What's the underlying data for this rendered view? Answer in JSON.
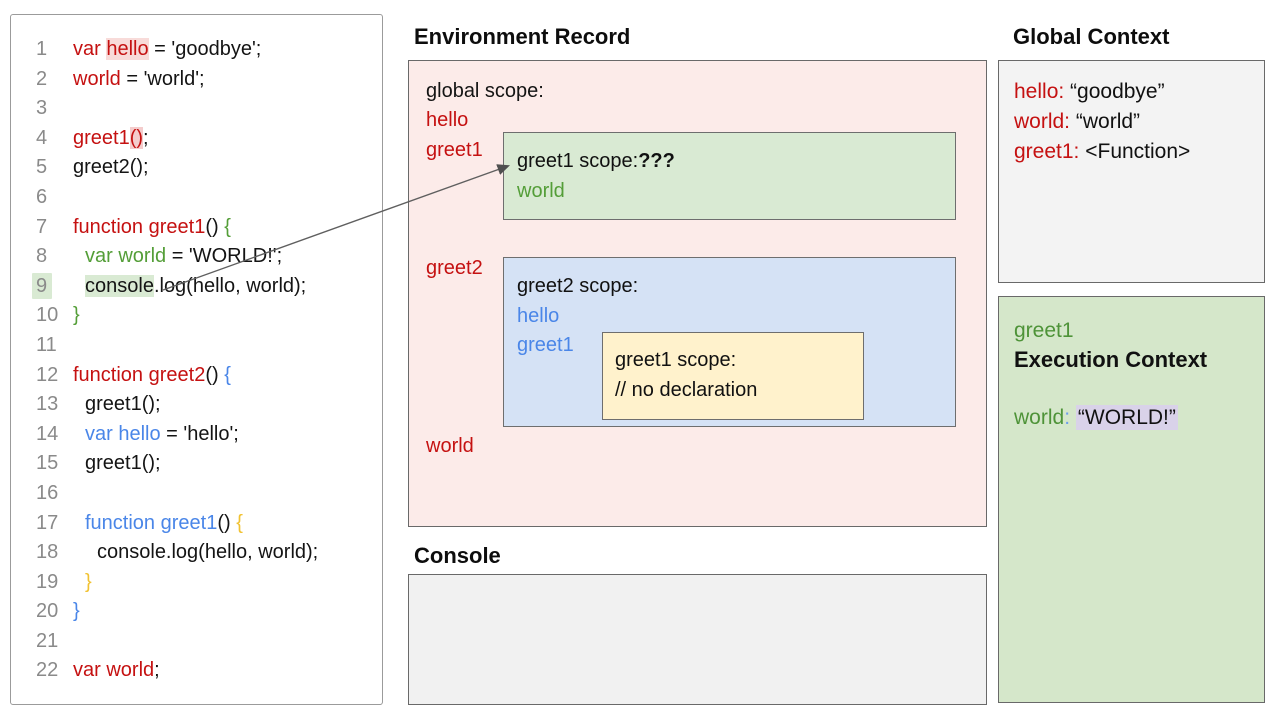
{
  "colors": {
    "red_text": "#c51111",
    "green_text": "#549e38",
    "blue_text": "#4a86e8",
    "yellow_text": "#f1c232",
    "pink_box_bg": "#fcebe9",
    "green_box_bg": "#d9ead3",
    "blue_box_bg": "#d5e2f5",
    "yellow_box_bg": "#fff2cc",
    "gray_box_bg": "#f3f3f3",
    "purple_highlight": "#d9d2e9",
    "pink_highlight": "#f4cccc",
    "green_highlight": "#d9ead3"
  },
  "code_panel": {
    "lines": [
      {
        "n": "1",
        "indent": 0,
        "segs": [
          {
            "t": "var ",
            "c": "red"
          },
          {
            "t": "hello",
            "c": "red",
            "hl": "pinksoft"
          },
          {
            "t": " = 'goodbye';",
            "c": "ink"
          }
        ]
      },
      {
        "n": "2",
        "indent": 0,
        "segs": [
          {
            "t": "world",
            "c": "red"
          },
          {
            "t": " = 'world';",
            "c": "ink"
          }
        ]
      },
      {
        "n": "3",
        "indent": 0,
        "segs": []
      },
      {
        "n": "4",
        "indent": 0,
        "segs": [
          {
            "t": "greet1",
            "c": "red"
          },
          {
            "t": "()",
            "c": "red",
            "hl": "pink"
          },
          {
            "t": ";",
            "c": "ink"
          }
        ]
      },
      {
        "n": "5",
        "indent": 0,
        "segs": [
          {
            "t": "greet2();",
            "c": "ink"
          }
        ]
      },
      {
        "n": "6",
        "indent": 0,
        "segs": []
      },
      {
        "n": "7",
        "indent": 0,
        "segs": [
          {
            "t": "function greet1",
            "c": "red"
          },
          {
            "t": "() ",
            "c": "ink"
          },
          {
            "t": "{",
            "c": "green"
          }
        ]
      },
      {
        "n": "8",
        "indent": 1,
        "segs": [
          {
            "t": "var world",
            "c": "green"
          },
          {
            "t": " = 'WORLD!';",
            "c": "ink"
          }
        ]
      },
      {
        "n": "9",
        "indent": 1,
        "hl_gutter": true,
        "segs": [
          {
            "t": "console",
            "c": "ink",
            "hl": "green"
          },
          {
            "t": ".log(hello, world);",
            "c": "ink"
          }
        ]
      },
      {
        "n": "10",
        "indent": 0,
        "segs": [
          {
            "t": "}",
            "c": "green"
          }
        ]
      },
      {
        "n": "11",
        "indent": 0,
        "segs": []
      },
      {
        "n": "12",
        "indent": 0,
        "segs": [
          {
            "t": "function greet2",
            "c": "red"
          },
          {
            "t": "() ",
            "c": "ink"
          },
          {
            "t": "{",
            "c": "blue"
          }
        ]
      },
      {
        "n": "13",
        "indent": 1,
        "segs": [
          {
            "t": "greet1();",
            "c": "ink"
          }
        ]
      },
      {
        "n": "14",
        "indent": 1,
        "segs": [
          {
            "t": "var hello",
            "c": "blue"
          },
          {
            "t": " = 'hello';",
            "c": "ink"
          }
        ]
      },
      {
        "n": "15",
        "indent": 1,
        "segs": [
          {
            "t": "greet1();",
            "c": "ink"
          }
        ]
      },
      {
        "n": "16",
        "indent": 0,
        "segs": []
      },
      {
        "n": "17",
        "indent": 1,
        "segs": [
          {
            "t": "function greet1",
            "c": "blue"
          },
          {
            "t": "() ",
            "c": "ink"
          },
          {
            "t": "{",
            "c": "yellow"
          }
        ]
      },
      {
        "n": "18",
        "indent": 2,
        "segs": [
          {
            "t": "console.log(hello, world);",
            "c": "ink"
          }
        ]
      },
      {
        "n": "19",
        "indent": 1,
        "segs": [
          {
            "t": "}",
            "c": "yellow"
          }
        ]
      },
      {
        "n": "20",
        "indent": 0,
        "segs": [
          {
            "t": "}",
            "c": "blue"
          }
        ]
      },
      {
        "n": "21",
        "indent": 0,
        "segs": []
      },
      {
        "n": "22",
        "indent": 0,
        "segs": [
          {
            "t": "var world",
            "c": "red"
          },
          {
            "t": ";",
            "c": "ink"
          }
        ]
      }
    ]
  },
  "env_record": {
    "title": "Environment Record",
    "global_scope": {
      "label": "global scope:",
      "vars": {
        "hello": "hello",
        "greet1": "greet1",
        "greet2": "greet2",
        "world": "world"
      }
    },
    "greet1_scope": {
      "label": "greet1 scope:",
      "status": "???",
      "vars": {
        "world": "world"
      }
    },
    "greet2_scope": {
      "label": "greet2 scope:",
      "vars": {
        "hello": "hello",
        "greet1": "greet1"
      },
      "greet1_scope": {
        "label": "greet1 scope:",
        "comment": "// no declaration"
      }
    }
  },
  "console_panel": {
    "title": "Console",
    "content": ""
  },
  "global_context": {
    "title": "Global Context",
    "entries": [
      {
        "name": "hello:",
        "value": "“goodbye”"
      },
      {
        "name": "world:",
        "value": "“world”"
      },
      {
        "name": "greet1:",
        "value": "<Function>"
      }
    ]
  },
  "execution_context": {
    "fn_name": "greet1",
    "title": "Execution Context",
    "variable": {
      "name": "world",
      "colon": ":",
      "value": "“WORLD!”"
    }
  }
}
